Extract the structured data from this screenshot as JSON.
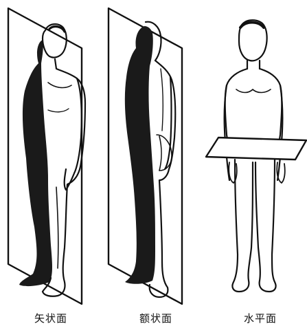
{
  "figures": [
    {
      "id": "sagittal",
      "caption": "矢状面"
    },
    {
      "id": "coronal",
      "caption": "额状面"
    },
    {
      "id": "transverse",
      "caption": "水平面"
    }
  ],
  "colors": {
    "ink": "#111111",
    "plane_shadow": "#1a1a1a",
    "paper": "#ffffff"
  }
}
